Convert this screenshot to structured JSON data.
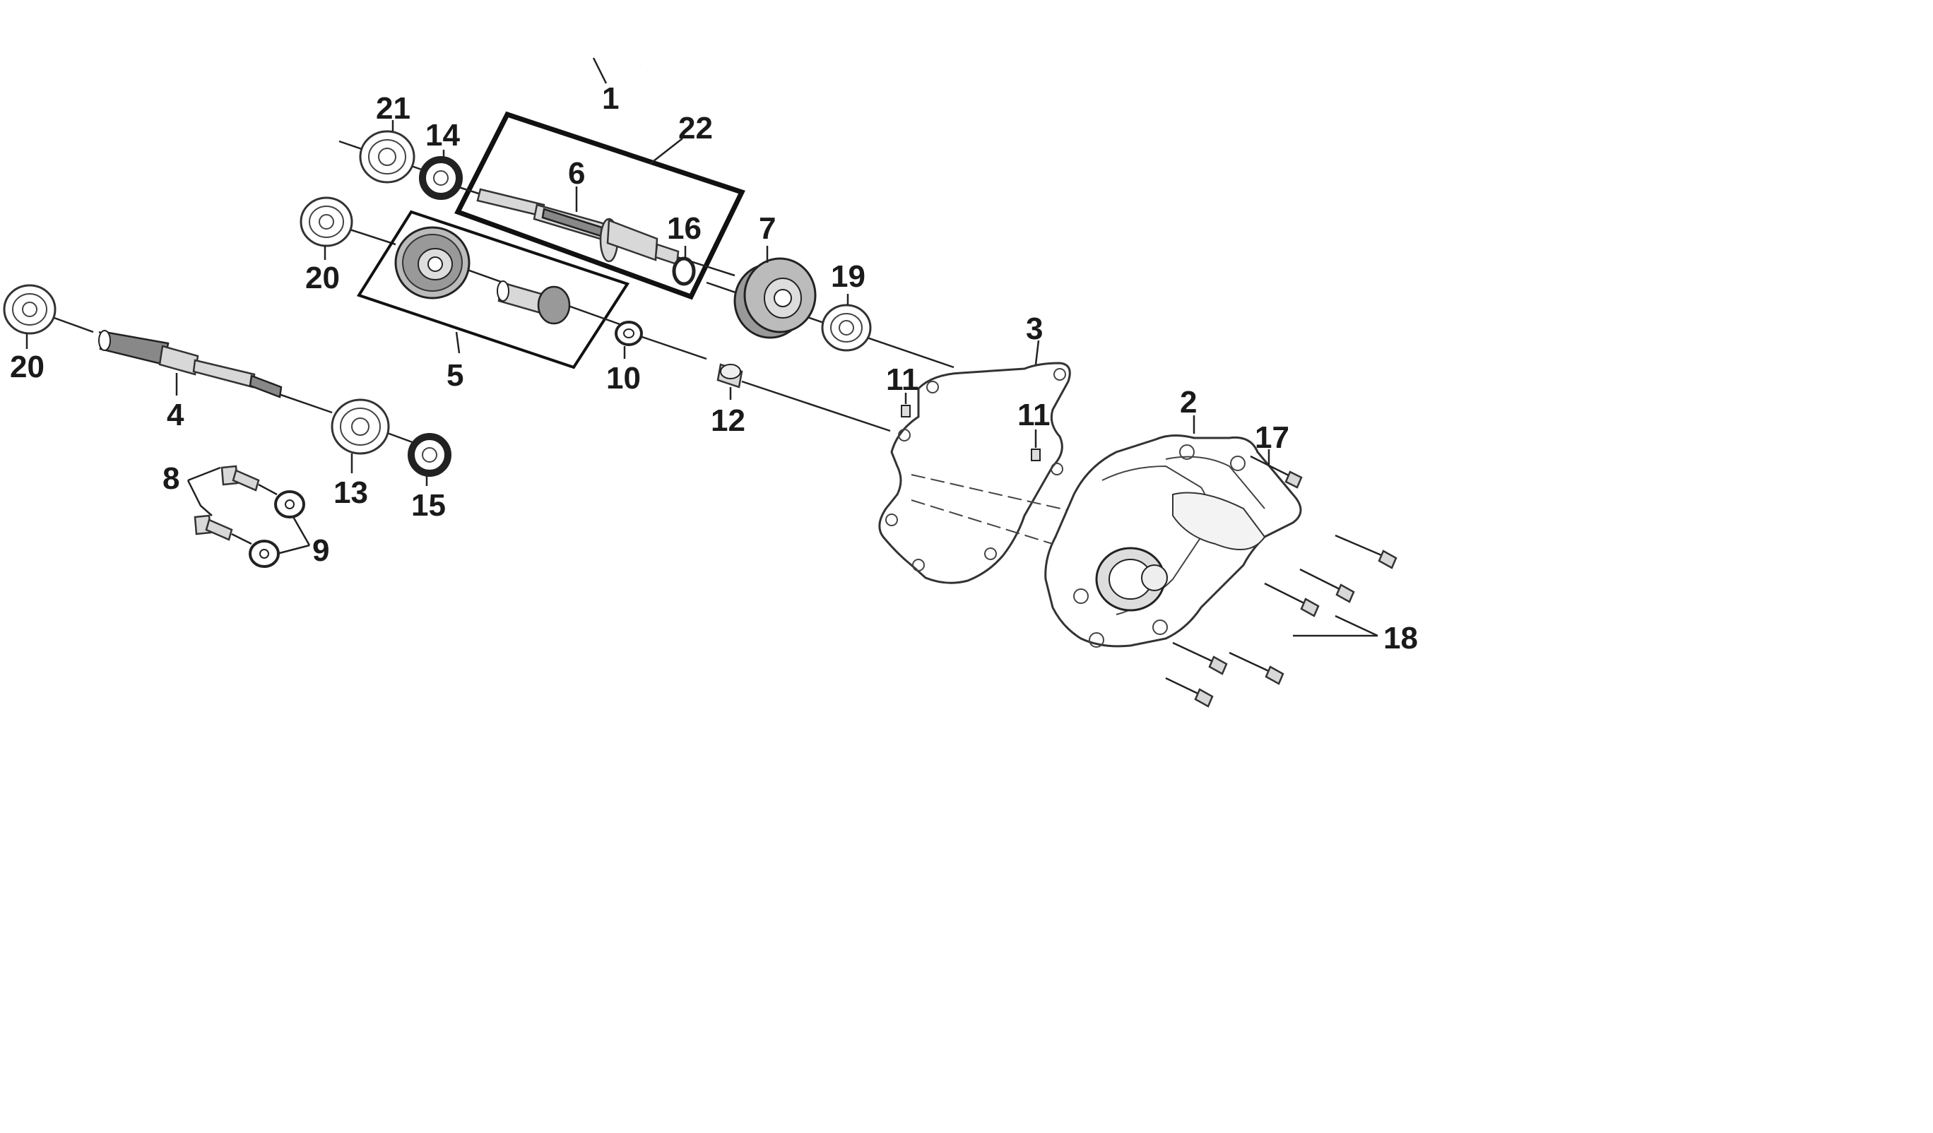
{
  "labels": {
    "p1": "1",
    "p2": "2",
    "p3": "3",
    "p4": "4",
    "p5": "5",
    "p6": "6",
    "p7": "7",
    "p8": "8",
    "p9": "9",
    "p10": "10",
    "p11a": "11",
    "p11b": "11",
    "p12": "12",
    "p13": "13",
    "p14": "14",
    "p15": "15",
    "p16": "16",
    "p17": "17",
    "p18": "18",
    "p19": "19",
    "p20a": "20",
    "p20b": "20",
    "p21": "21",
    "p22": "22"
  },
  "colors": {
    "line": "#222222",
    "background": "#ffffff"
  }
}
